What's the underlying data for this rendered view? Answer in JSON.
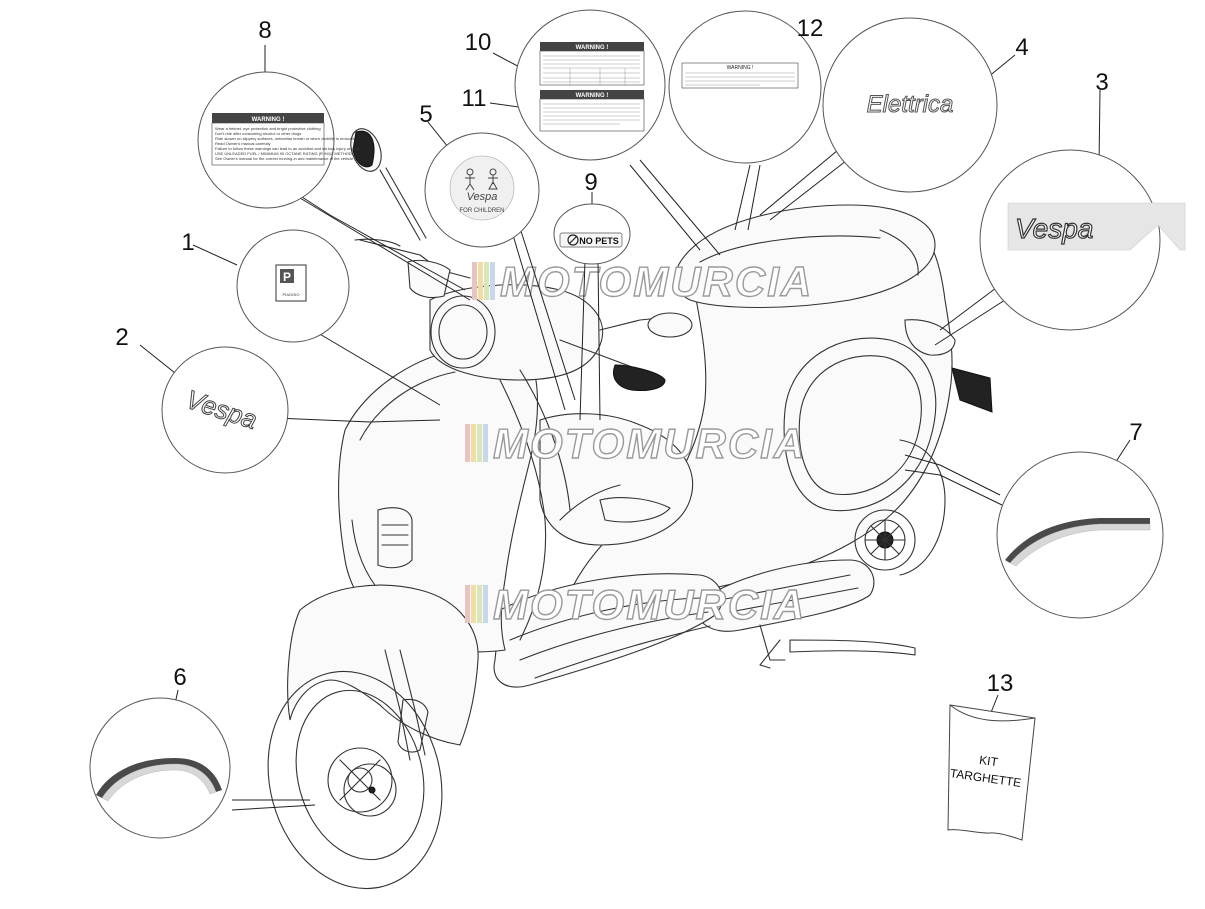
{
  "callouts": {
    "c1": "1",
    "c2": "2",
    "c3": "3",
    "c4": "4",
    "c5": "5",
    "c6": "6",
    "c7": "7",
    "c8": "8",
    "c9": "9",
    "c10": "10",
    "c11": "11",
    "c12": "12",
    "c13": "13"
  },
  "labels": {
    "warning": "WARNING !",
    "warning_small": "WARNING !",
    "no_pets": "NO PETS",
    "elettrica": "Elettrica",
    "vespa_script": "Vespa",
    "for_children": "FOR CHILDREN",
    "plate_letter": "P",
    "plate_brand": "PIAGGIO",
    "kit_line1": "KIT",
    "kit_line2": "TARGHETTE"
  },
  "warning_text_8": [
    "Wear a helmet, eye protection and bright protective clothing",
    "Don't ride after consuming alcohol or other drugs",
    "Ride slower on slippery surfaces, unfamiliar terrain or when visibility is reduced",
    "Read Owner's manual carefully",
    "Failure to follow these warnings can lead to an accident and serious injury or death",
    "USE UNLEADED FUEL / MINIMUM 90 OCTANE RATING (R+M)/2 METHOD",
    "See Owner's manual for the correct running-in and maintenance of the vehicle"
  ],
  "watermark": {
    "text": "MOTOMURCIA",
    "stripe_colors": [
      "#e8c3c0",
      "#f2dca6",
      "#d9e6b8",
      "#c8d8e8"
    ]
  },
  "colors": {
    "line": "#333333",
    "text": "#111111",
    "bubble_stroke": "#555555",
    "stripe_dark": "#4a4a4a",
    "stripe_light": "#d7d7d7"
  }
}
